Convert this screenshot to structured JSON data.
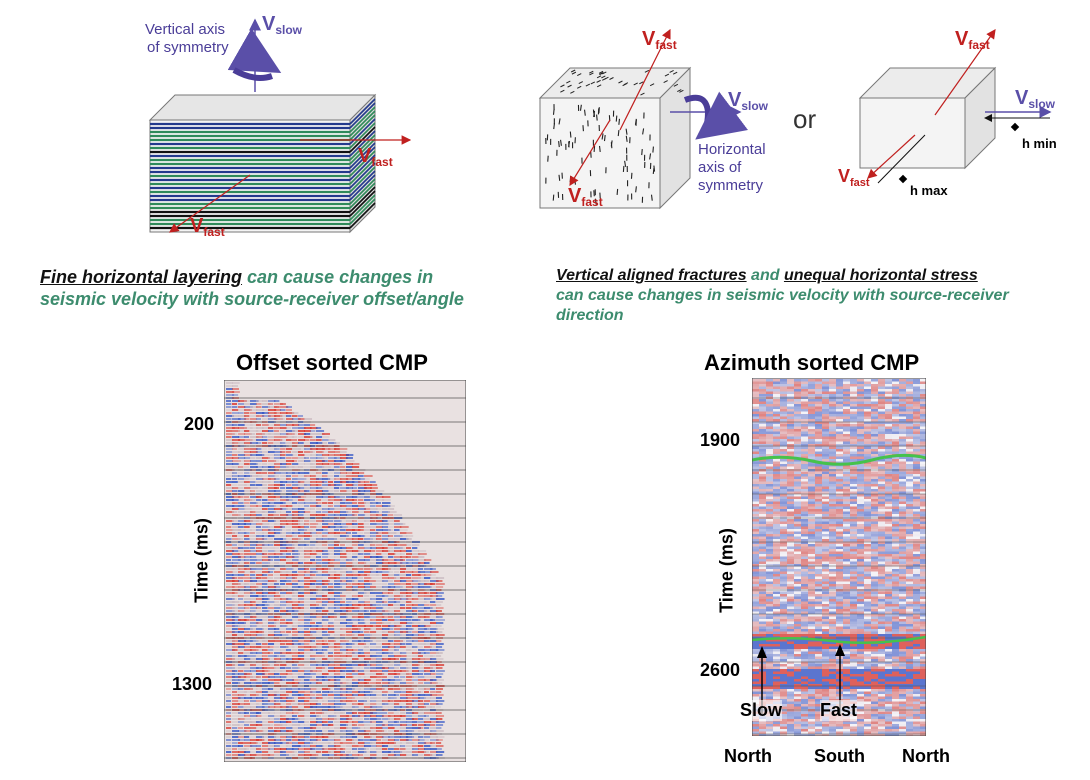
{
  "labels": {
    "v_slow": "V",
    "slow_sub": "slow",
    "v_fast": "V",
    "fast_sub": "fast",
    "vertical_axis": [
      "Vertical axis",
      "of symmetry"
    ],
    "horizontal_axis": [
      "Horizontal",
      "axis of",
      "symmetry"
    ],
    "or": "or",
    "h_min": "h min",
    "h_max": "h max"
  },
  "captions": {
    "left_u1": "Fine horizontal layering",
    "left_g1": " can cause changes in",
    "left_g2": "seismic velocity with source-receiver offset/angle",
    "right_u1": "Vertical aligned fractures",
    "right_g1": " and ",
    "right_u2": "unequal horizontal stress",
    "right_g2": "can cause changes in seismic velocity with source-receiver",
    "right_g3": "direction"
  },
  "left_panel": {
    "title": "Offset sorted CMP",
    "y_label": "Time (ms)",
    "ticks": [
      "200",
      "1300"
    ]
  },
  "right_panel": {
    "title": "Azimuth sorted CMP",
    "y_label": "Time (ms)",
    "ticks": [
      "1900",
      "2600"
    ],
    "slow_label": "Slow",
    "fast_label": "Fast",
    "azimuths": [
      "North",
      "South",
      "North"
    ]
  },
  "colors": {
    "vslow": "#5a4fa8",
    "vfast": "#c0201f",
    "caption_green": "#3d8c6e",
    "layer_green": "#2f8a5a",
    "layer_blue": "#233a8c",
    "seis_red": "#d9342b",
    "seis_blue": "#2b4fc4"
  }
}
